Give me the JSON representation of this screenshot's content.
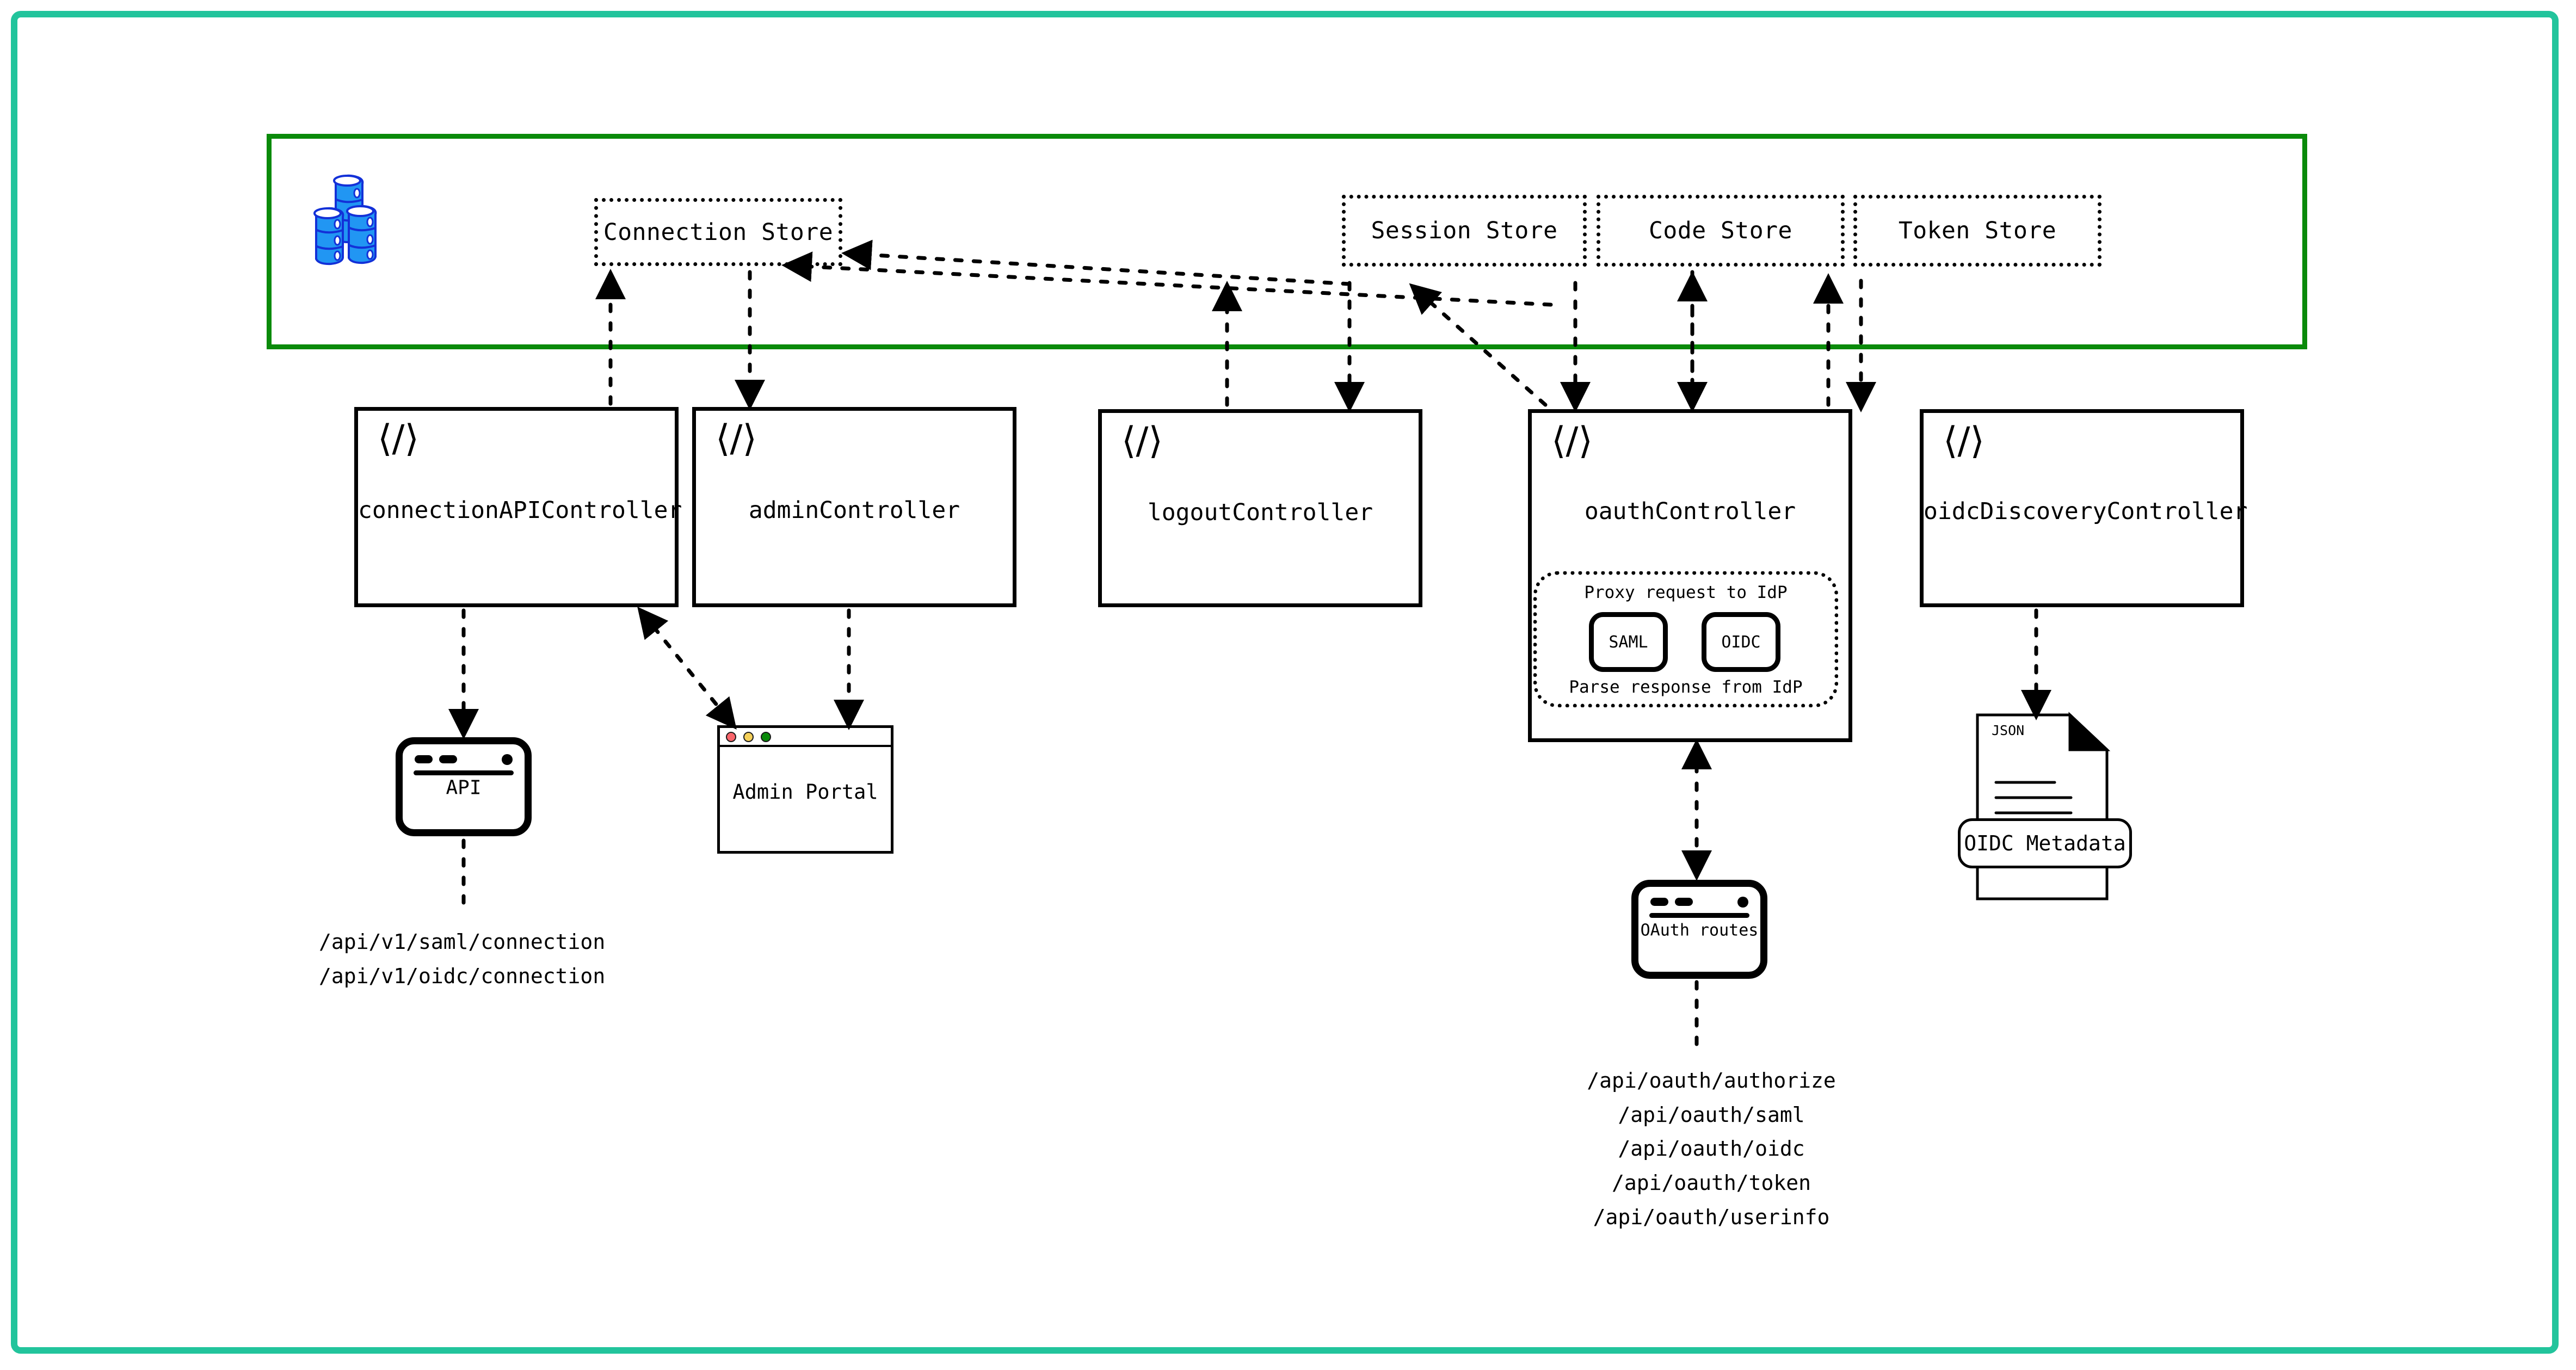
{
  "frame": {
    "outer_border_color": "#22c49c",
    "store_container_border_color": "#0a8a0a"
  },
  "store_layer": {
    "db_icon": "database-stack-icon",
    "db_icon_color": "#2196f3",
    "stores": [
      {
        "id": "connection-store",
        "label": "Connection Store"
      },
      {
        "id": "session-store",
        "label": "Session Store"
      },
      {
        "id": "code-store",
        "label": "Code Store"
      },
      {
        "id": "token-store",
        "label": "Token Store"
      }
    ]
  },
  "controllers": [
    {
      "id": "connection-api-controller",
      "label": "connectionAPIController",
      "icon": "code-tag-icon"
    },
    {
      "id": "admin-controller",
      "label": "adminController",
      "icon": "code-tag-icon"
    },
    {
      "id": "logout-controller",
      "label": "logoutController",
      "icon": "code-tag-icon"
    },
    {
      "id": "oauth-controller",
      "label": "oauthController",
      "icon": "code-tag-icon"
    },
    {
      "id": "oidc-discovery-controller",
      "label": "oidcDiscoveryController",
      "icon": "code-tag-icon"
    }
  ],
  "idp_group": {
    "top_label": "Proxy request to IdP",
    "bottom_label": "Parse response from IdP",
    "protocols": [
      {
        "id": "saml-chip",
        "label": "SAML"
      },
      {
        "id": "oidc-chip",
        "label": "OIDC"
      }
    ]
  },
  "nodes": {
    "api": {
      "label": "API",
      "icon": "app-window-icon"
    },
    "admin_portal": {
      "label": "Admin Portal",
      "icon": "browser-window-icon",
      "traffic_lights": [
        "#f9656b",
        "#f5d05a",
        "#0a8a0a"
      ]
    },
    "oauth_routes": {
      "label": "OAuth routes",
      "icon": "app-window-icon"
    },
    "oidc_metadata": {
      "label": "OIDC Metadata",
      "doc_type": "JSON",
      "icon": "json-document-icon"
    }
  },
  "connection_paths": [
    "/api/v1/saml/connection",
    "/api/v1/oidc/connection"
  ],
  "oauth_paths": [
    "/api/oauth/authorize",
    "/api/oauth/saml",
    "/api/oauth/oidc",
    "/api/oauth/token",
    "/api/oauth/userinfo"
  ]
}
